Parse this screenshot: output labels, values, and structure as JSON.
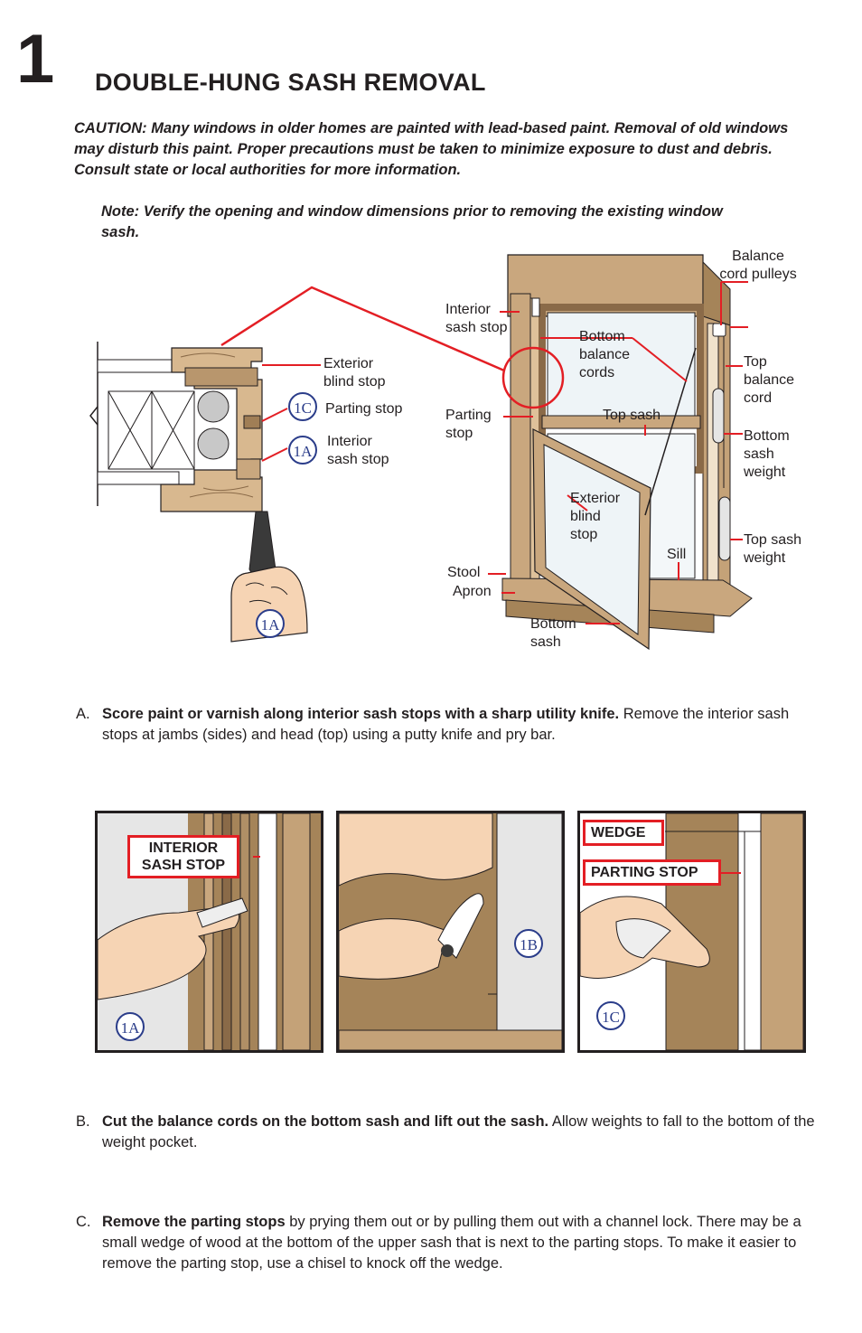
{
  "header": {
    "step_number": "1",
    "title": "DOUBLE-HUNG SASH REMOVAL"
  },
  "caution": "CAUTION: Many windows in older homes are painted with lead-based paint. Removal of old windows may disturb this paint. Proper precautions must be taken to minimize exposure to dust and debris. Consult state or local authorities for more information.",
  "note": "Note: Verify the opening and window dimensions prior to removing the existing window sash.",
  "diagram": {
    "section_labels": {
      "exterior_blind_stop": "Exterior\nblind stop",
      "parting_stop": "Parting stop",
      "interior_sash_stop": "Interior\nsash stop"
    },
    "window_labels": {
      "balance_cord_pulleys": "Balance\ncord pulleys",
      "interior_sash_stop": "Interior\nsash stop",
      "bottom_balance_cords": "Bottom\nbalance\ncords",
      "top_balance_cord": "Top\nbalance\ncord",
      "parting_stop": "Parting\nstop",
      "top_sash": "Top sash",
      "bottom_sash_weight": "Bottom\nsash\nweight",
      "exterior_blind_stop": "Exterior\nblind\nstop",
      "sill": "Sill",
      "top_sash_weight": "Top sash\nweight",
      "stool": "Stool",
      "apron": "Apron",
      "bottom_sash": "Bottom\nsash"
    },
    "badges": {
      "one_c": "1C",
      "one_a": "1A",
      "knife": "1A"
    }
  },
  "steps": {
    "a": {
      "letter": "A.",
      "bold": "Score paint or varnish along interior sash stops with a sharp utility knife.",
      "text": " Remove the interior sash stops at jambs (sides) and head (top) using a putty knife and pry bar."
    },
    "b": {
      "letter": "B.",
      "bold": "Cut the balance cords on the bottom sash and lift out the sash.",
      "text": " Allow weights to fall to the bottom of the weight pocket."
    },
    "c": {
      "letter": "C.",
      "bold": "Remove the parting stops",
      "text": " by prying them out or by pulling them out with a channel lock. There may be a small wedge of wood at the bottom of the upper sash that is next to the parting stops. To make it easier to remove the parting stop, use a chisel to knock off the wedge."
    }
  },
  "panels": {
    "p1": {
      "callout": "INTERIOR\nSASH STOP",
      "badge": "1A"
    },
    "p2": {
      "badge": "1B"
    },
    "p3": {
      "callout_wedge": "WEDGE",
      "callout_parting": "PARTING STOP",
      "badge": "1C"
    }
  },
  "colors": {
    "accent_red": "#e31e24",
    "wood": "#c9a77e",
    "wood_dark": "#8a6a48",
    "badge_blue": "#2b3d8a",
    "skin": "#f6d4b4",
    "panel_gray": "#e6e6e6"
  }
}
